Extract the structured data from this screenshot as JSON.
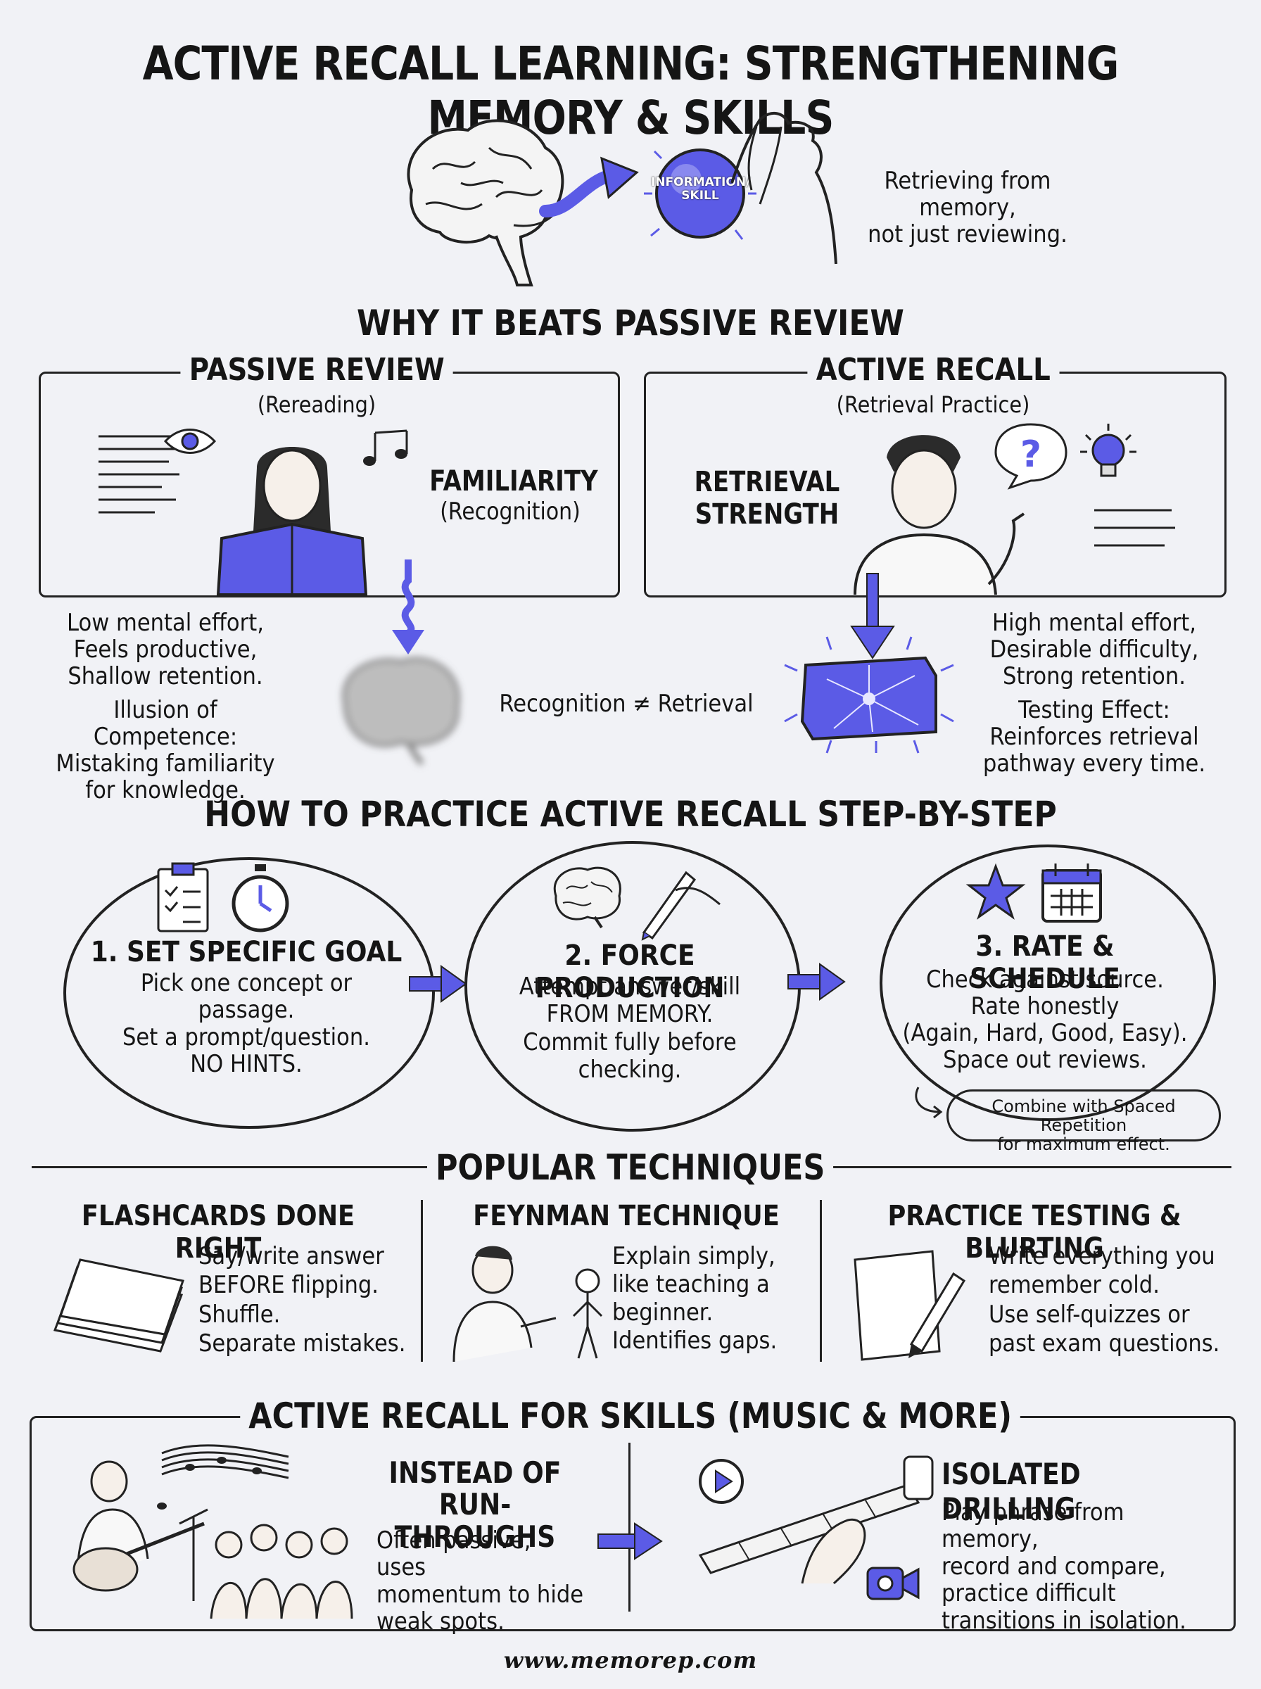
{
  "title": "ACTIVE RECALL LEARNING: STRENGTHENING MEMORY & SKILLS",
  "hero": {
    "orb_label": "INFORMATION/\nSKILL",
    "caption": "Retrieving from memory,\nnot just reviewing."
  },
  "why": {
    "title": "WHY IT BEATS PASSIVE REVIEW",
    "passive": {
      "title": "PASSIVE REVIEW",
      "subtitle": "(Rereading)",
      "keyword": "FAMILIARITY",
      "keyword_sub": "(Recognition)",
      "notes": "Low mental effort,\nFeels productive,\nShallow retention.",
      "illusion": "Illusion of Competence:\nMistaking familiarity\nfor knowledge."
    },
    "active": {
      "title": "ACTIVE RECALL",
      "subtitle": "(Retrieval Practice)",
      "keyword": "RETRIEVAL\nSTRENGTH",
      "notes": "High mental effort,\nDesirable difficulty,\nStrong retention.",
      "testing": "Testing Effect:\nReinforces retrieval\npathway every time."
    },
    "comparison": "Recognition ≠ Retrieval"
  },
  "steps": {
    "title": "HOW TO PRACTICE ACTIVE RECALL STEP-BY-STEP",
    "items": [
      {
        "title": "1. SET SPECIFIC GOAL",
        "body": "Pick one concept or\npassage.\nSet a prompt/question.\nNO HINTS."
      },
      {
        "title": "2. FORCE PRODUCTION",
        "body": "Attempt answer/skill\nFROM MEMORY.\nCommit fully before\nchecking."
      },
      {
        "title": "3. RATE & SCHEDULE",
        "body": "Check against source.\nRate honestly\n(Again, Hard, Good, Easy).\nSpace out reviews."
      }
    ],
    "note": "Combine with Spaced Repetition\nfor maximum effect."
  },
  "techniques": {
    "title": "POPULAR TECHNIQUES",
    "items": [
      {
        "title": "FLASHCARDS DONE RIGHT",
        "body": "Say/write answer\nBEFORE flipping.\nShuffle.\nSeparate mistakes."
      },
      {
        "title": "FEYNMAN TECHNIQUE",
        "body": "Explain simply,\nlike teaching a\nbeginner.\nIdentifies gaps."
      },
      {
        "title": "PRACTICE TESTING & BLURTING",
        "body": "Write everything you\nremember cold.\nUse self-quizzes or\npast exam questions."
      }
    ]
  },
  "skills": {
    "title": "ACTIVE RECALL FOR SKILLS (MUSIC & MORE)",
    "left_title": "INSTEAD OF\nRUN-THROUGHS",
    "left_body": "Often passive, uses\nmomentum to hide\nweak spots.",
    "right_title": "ISOLATED DRILLING",
    "right_body": "Play phrase from memory,\nrecord and compare,\npractice difficult\ntransitions in isolation."
  },
  "footer": "www.memorep.com",
  "colors": {
    "accent": "#5b5be6",
    "ink": "#151515",
    "background": "#f1f2f6"
  }
}
